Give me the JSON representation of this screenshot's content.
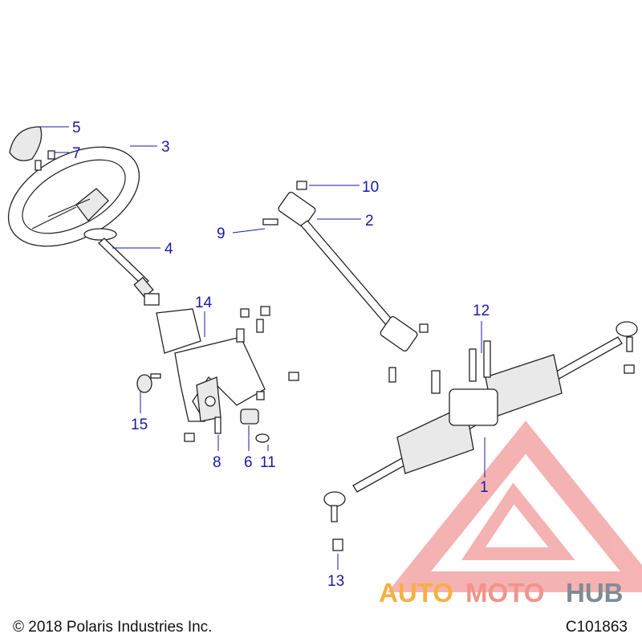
{
  "callouts": {
    "c1": "1",
    "c2": "2",
    "c3": "3",
    "c4": "4",
    "c5": "5",
    "c6": "6",
    "c7": "7",
    "c8": "8",
    "c9": "9",
    "c10": "10",
    "c11": "11",
    "c12": "12",
    "c13": "13",
    "c14": "14",
    "c15": "15"
  },
  "footer": {
    "copyright": "© 2018 Polaris Industries Inc.",
    "figure_id": "C101863"
  },
  "watermark": {
    "brand_auto": "AUTO",
    "brand_moto": "MOTO",
    "brand_hub": "HUB",
    "colors": {
      "auto": "#f5b041",
      "moto": "#f1948a",
      "hub": "#808b96",
      "logo": "#f08080"
    }
  },
  "colors": {
    "callout": "#1a1aa8",
    "line_art": "#222222"
  }
}
